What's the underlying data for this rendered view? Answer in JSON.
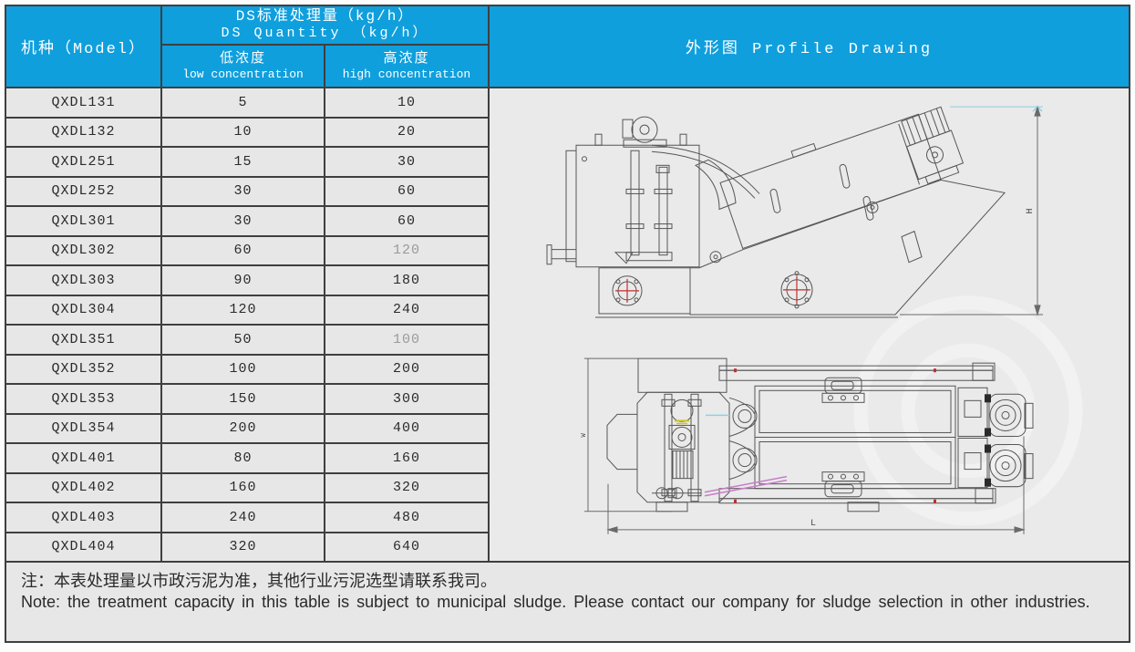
{
  "table": {
    "header": {
      "model": "机种（Model）",
      "ds_title_cn": "DS标准处理量（kg/h）",
      "ds_title_en": "DS Quantity （kg/h）",
      "low_cn": "低浓度",
      "low_en": "low concentration",
      "high_cn": "高浓度",
      "high_en": "high concentration"
    },
    "rows": [
      {
        "model": "QXDL131",
        "low": "5",
        "high": "10",
        "high_muted": false
      },
      {
        "model": "QXDL132",
        "low": "10",
        "high": "20",
        "high_muted": false
      },
      {
        "model": "QXDL251",
        "low": "15",
        "high": "30",
        "high_muted": false
      },
      {
        "model": "QXDL252",
        "low": "30",
        "high": "60",
        "high_muted": false
      },
      {
        "model": "QXDL301",
        "low": "30",
        "high": "60",
        "high_muted": false
      },
      {
        "model": "QXDL302",
        "low": "60",
        "high": "120",
        "high_muted": true
      },
      {
        "model": "QXDL303",
        "low": "90",
        "high": "180",
        "high_muted": false
      },
      {
        "model": "QXDL304",
        "low": "120",
        "high": "240",
        "high_muted": false
      },
      {
        "model": "QXDL351",
        "low": "50",
        "high": "100",
        "high_muted": true
      },
      {
        "model": "QXDL352",
        "low": "100",
        "high": "200",
        "high_muted": false
      },
      {
        "model": "QXDL353",
        "low": "150",
        "high": "300",
        "high_muted": false
      },
      {
        "model": "QXDL354",
        "low": "200",
        "high": "400",
        "high_muted": false
      },
      {
        "model": "QXDL401",
        "low": "80",
        "high": "160",
        "high_muted": false
      },
      {
        "model": "QXDL402",
        "low": "160",
        "high": "320",
        "high_muted": false
      },
      {
        "model": "QXDL403",
        "low": "240",
        "high": "480",
        "high_muted": false
      },
      {
        "model": "QXDL404",
        "low": "320",
        "high": "640",
        "high_muted": false
      }
    ]
  },
  "profile": {
    "title": "外形图 Profile Drawing",
    "dim_h": "H",
    "dim_l": "L",
    "dim_w": "W"
  },
  "note": {
    "cn": "注：本表处理量以市政污泥为准，其他行业污泥选型请联系我司。",
    "en": "Note: the treatment capacity in this table is subject to municipal sludge. Please contact our company for sludge selection in other industries."
  },
  "colors": {
    "header_blue": "#0f9fdd",
    "row_bg": "#e7e7e7",
    "border": "#3f3f3f",
    "accent_red": "#c03030"
  }
}
